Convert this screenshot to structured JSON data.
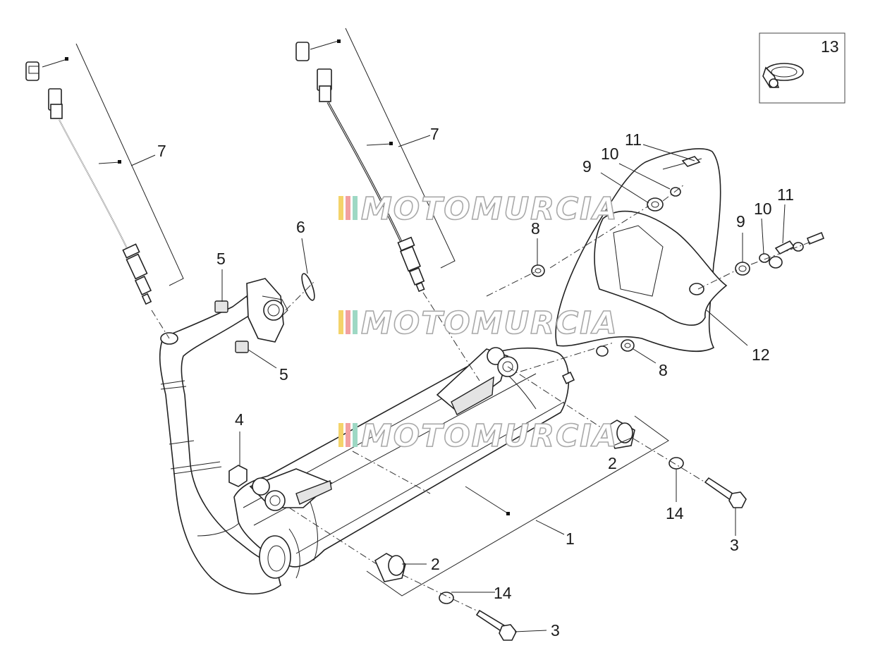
{
  "callouts": {
    "c1": "1",
    "c2a": "2",
    "c2b": "2",
    "c3a": "3",
    "c3b": "3",
    "c4": "4",
    "c5a": "5",
    "c5b": "5",
    "c6": "6",
    "c7a": "7",
    "c7b": "7",
    "c8a": "8",
    "c8b": "8",
    "c9a": "9",
    "c9b": "9",
    "c10a": "10",
    "c10b": "10",
    "c11a": "11",
    "c11b": "11",
    "c12": "12",
    "c13": "13",
    "c14a": "14",
    "c14b": "14"
  },
  "watermark": {
    "text": "MOTOMURCIA",
    "stripe_colors": [
      "#f4d36a",
      "#f2a0a0",
      "#9ed8c4"
    ]
  }
}
